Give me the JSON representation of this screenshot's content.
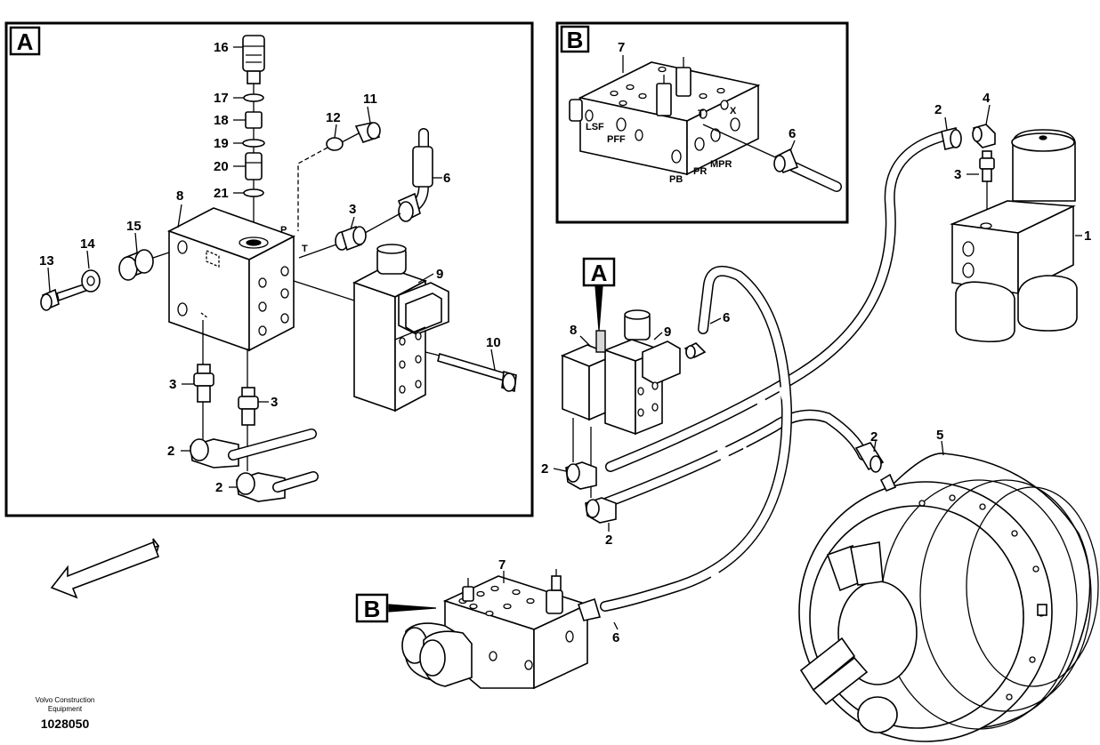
{
  "detail_a": {
    "label": "A",
    "callouts": {
      "c16": "16",
      "c17": "17",
      "c18": "18",
      "c19": "19",
      "c20": "20",
      "c21": "21",
      "c11": "11",
      "c12": "12",
      "c8": "8",
      "c6": "6",
      "c3a": "3",
      "c15": "15",
      "c14": "14",
      "c13": "13",
      "c9": "9",
      "c10": "10",
      "c3b": "3",
      "c3c": "3",
      "c2a": "2",
      "c2b": "2"
    },
    "ports": {
      "p": "P",
      "t": "T"
    }
  },
  "detail_b": {
    "label": "B",
    "callouts": {
      "c7": "7",
      "c6": "6"
    },
    "ports": {
      "lsf": "LSF",
      "pff": "PFF",
      "pb": "PB",
      "pr": "PR",
      "mpr": "MPR",
      "t": "T",
      "x": "X"
    }
  },
  "main": {
    "ref_a": "A",
    "ref_b": "B",
    "callouts": {
      "c8": "8",
      "c9": "9",
      "c6a": "6",
      "c2a": "2",
      "c2b": "2",
      "c2c": "2",
      "c2d": "2",
      "c4": "4",
      "c3": "3",
      "c1": "1",
      "c5": "5",
      "c7": "7",
      "c6b": "6"
    }
  },
  "footer": {
    "company_line1": "Volvo Construction",
    "company_line2": "Equipment",
    "drawing_number": "1028050"
  }
}
